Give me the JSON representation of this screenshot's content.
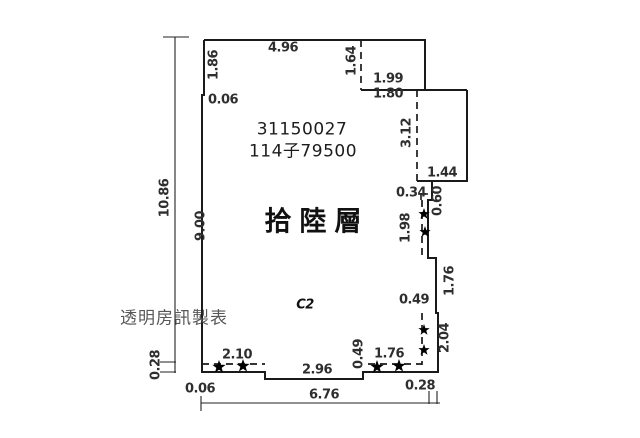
{
  "plan": {
    "unit_number": "31150027",
    "parcel_label": "114子79500",
    "floor_label": "拾陸層",
    "room_code": "C2",
    "watermark": "透明房訊製表"
  },
  "accent_colors": {
    "line": "#1a1a1a",
    "label": "#2e2e2e",
    "watermark": "#585858"
  },
  "dimensions": {
    "top_width": "4.96",
    "left_top": "1.86",
    "left_jog": "0.06",
    "recess_depth": "1.64",
    "recess_width_outer": "1.99",
    "recess_width_inner": "1.80",
    "balcony_depth": "3.12",
    "balcony_width": "1.44",
    "left_total": "10.86",
    "left_wall": "9.00",
    "right_step": "0.34",
    "right_ledge": "0.60",
    "right_window_upper": "1.98",
    "right_wall_mid": "1.76",
    "right_step_lower": "0.49",
    "right_window_lower": "2.04",
    "bottom_left_height": "0.28",
    "bottom_window_left": "2.10",
    "bottom_mid": "2.96",
    "bottom_step": "0.49",
    "bottom_window_right": "1.76",
    "bottom_jog": "0.06",
    "bottom_total": "6.76",
    "bottom_right": "0.28"
  }
}
